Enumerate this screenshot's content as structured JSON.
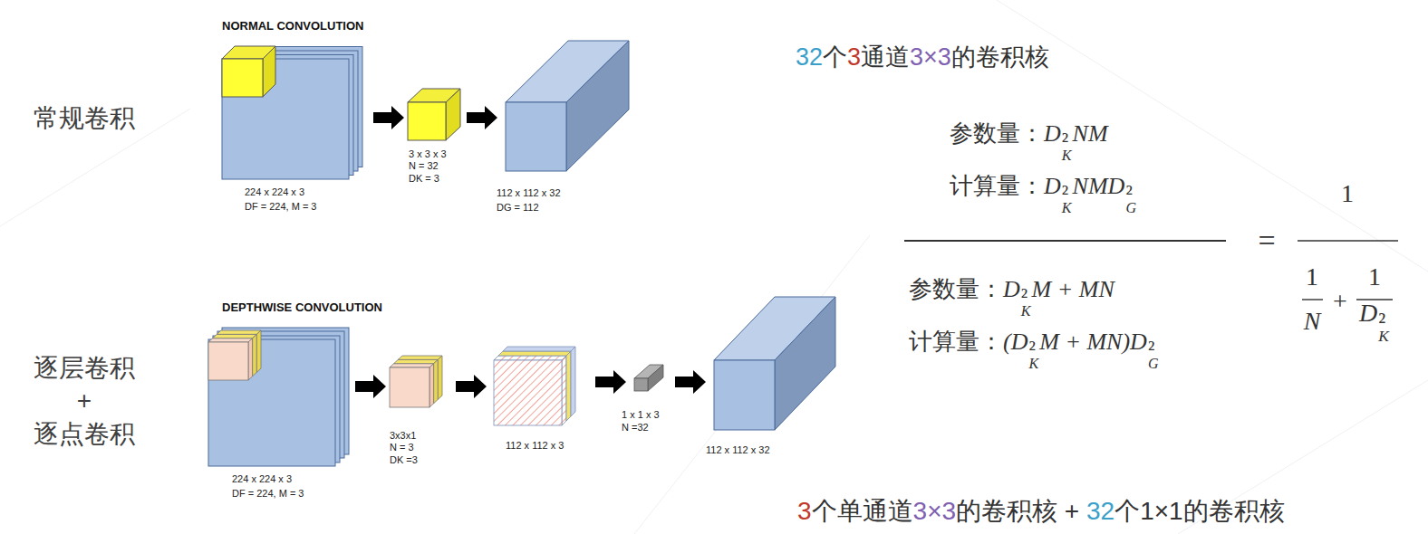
{
  "diagram": {
    "labels": [
      "常规卷积",
      "逐层卷积 + 逐点卷积",
      "NORMAL CONVOLUTION",
      "224 x 224 x 3",
      "DF = 224, M = 3",
      "3 x 3 x 3",
      "N = 32",
      "DK = 3",
      "112 x 112 x 32",
      "DG = 112",
      "DEPTHWISE CONVOLUTION",
      "224 x 224 x 3",
      "DF = 224, M = 3",
      "3x3x1",
      "N = 3",
      "DK =3",
      "112 x 112 x 3",
      "1 x 1 x 3",
      "N =32",
      "112 x 112 x 32",
      "32个3通道3×3的卷积核",
      "参数量：DK²NM",
      "计算量：DK²NMDG²",
      "1",
      "=",
      "参数量：DK²M + MN",
      "计算量：(DK²M + MN)DG²",
      "1",
      "N",
      "+",
      "1",
      "DK²",
      "3个单通道3×3的卷积核 + 32个1×1的卷积核"
    ]
  }
}
